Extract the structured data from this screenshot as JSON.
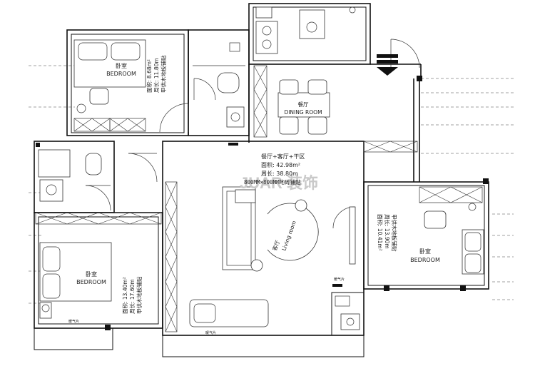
{
  "floorplan": {
    "rooms": {
      "bedroom_top_left": {
        "name_cn": "卧室",
        "name_en": "BEDROOM",
        "area": "面积: 8.68m²",
        "perimeter": "周长: 11.80m",
        "floor": "甲供木地板铺贴"
      },
      "dining": {
        "name_cn": "餐厅",
        "name_en": "DINING ROOM"
      },
      "living_combined": {
        "title": "餐厅+客厅+干区",
        "area": "面积: 42.98m²",
        "perimeter": "周长: 38.80m",
        "floor": "800MM×800MM地砖铺贴"
      },
      "living": {
        "name_cn": "客厅",
        "name_en": "Living room"
      },
      "bedroom_right": {
        "name_cn": "卧室",
        "name_en": "BEDROOM",
        "area": "面积: 10.41m²",
        "perimeter": "周长: 13.90m",
        "floor": "甲供木地板铺贴"
      },
      "bedroom_bottom_left": {
        "name_cn": "卧室",
        "name_en": "BEDROOM",
        "area": "面积: 13.40m²",
        "perimeter": "周长: 17.60m",
        "floor": "甲供木地板铺贴"
      }
    },
    "labels": {
      "air_conditioner": "暖气片",
      "watermark": "JUAR 装饰"
    },
    "stair_arrow": "down-arrow"
  }
}
